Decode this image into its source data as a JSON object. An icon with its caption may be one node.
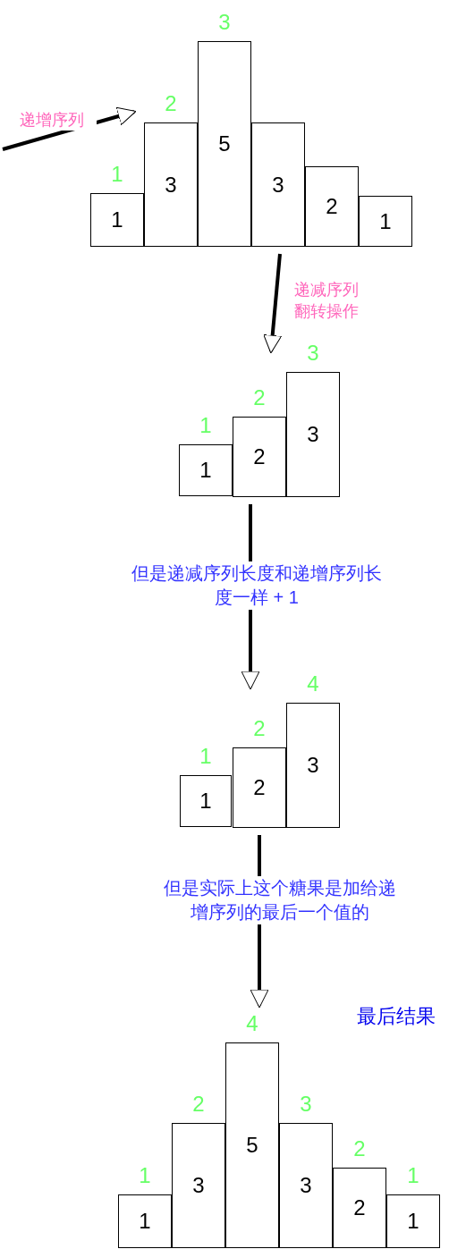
{
  "diagram": {
    "nodes": [
      {
        "text": [
          "1"
        ],
        "beside": [
          "1"
        ]
      },
      {
        "text": [
          "3"
        ],
        "beside": [
          "2"
        ]
      },
      {
        "text": [
          "5"
        ],
        "beside": [
          "3"
        ]
      },
      {
        "text": [
          "3"
        ]
      },
      {
        "text": [
          "2"
        ]
      },
      {
        "text": [
          "1"
        ]
      },
      {
        "text": [
          "1"
        ],
        "beside": [
          "1"
        ]
      },
      {
        "text": [
          "2"
        ],
        "beside": [
          "2"
        ]
      },
      {
        "text": [
          "3"
        ],
        "beside": [
          "3"
        ]
      },
      {
        "text": [
          "1"
        ],
        "beside": [
          "1"
        ]
      },
      {
        "text": [
          "2"
        ],
        "beside": [
          "2"
        ]
      },
      {
        "text": [
          "3"
        ],
        "beside": [
          "4"
        ]
      },
      {
        "text": [
          "1"
        ],
        "beside": [
          "1"
        ]
      },
      {
        "text": [
          "3"
        ],
        "beside": [
          "2"
        ]
      },
      {
        "text": [
          "5"
        ],
        "beside": [
          "4"
        ]
      },
      {
        "text": [
          "3"
        ],
        "beside": [
          "3"
        ]
      },
      {
        "text": [
          "2"
        ],
        "beside": [
          "2"
        ]
      },
      {
        "text": [
          "1"
        ],
        "beside": [
          "1"
        ]
      }
    ],
    "edges": [
      {
        "from": null,
        "to": 1,
        "arrow": "to",
        "label": "递增序列"
      },
      {
        "from": 3,
        "to": 8,
        "arrow": "to",
        "label": "递减序列翻转操作"
      },
      {
        "from": 7,
        "to": 10,
        "arrow": "to",
        "label": "但是递减序列长度和递增序列长度一样 + 1"
      },
      {
        "from": 10,
        "to": 14,
        "arrow": "to",
        "label": "但是实际上这个糖果是加给递增序列的最后一个值的"
      }
    ],
    "labels": [
      "最后结果"
    ]
  }
}
